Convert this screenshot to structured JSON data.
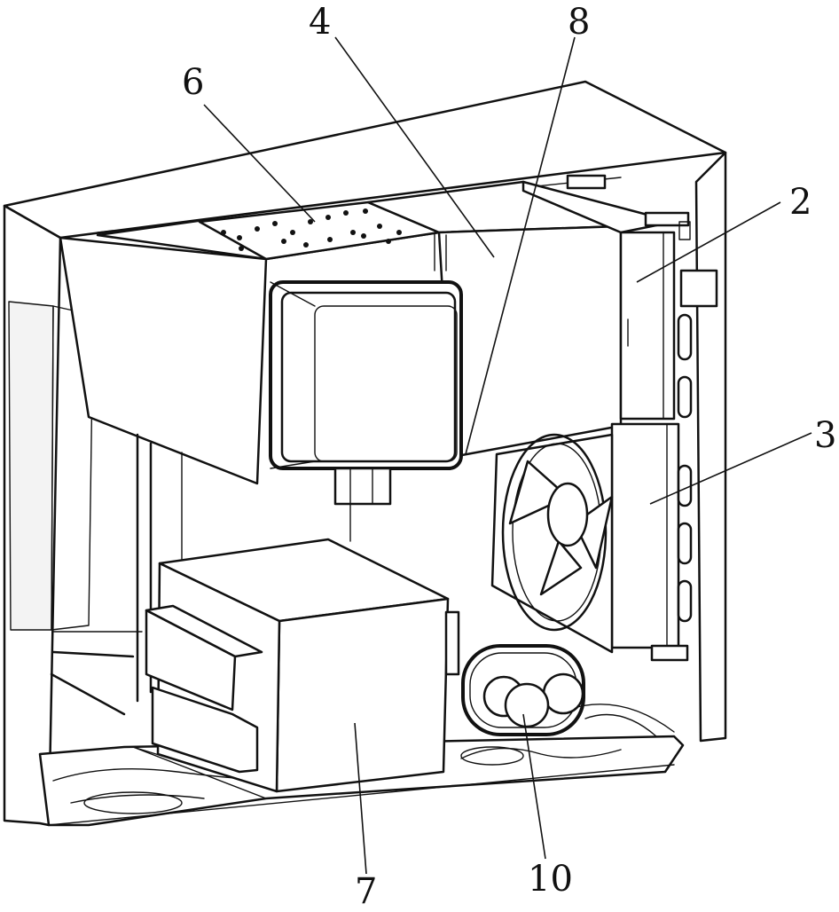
{
  "labels": [
    {
      "id": "2",
      "text": "2"
    },
    {
      "id": "3",
      "text": "3"
    },
    {
      "id": "4",
      "text": "4"
    },
    {
      "id": "6",
      "text": "6"
    },
    {
      "id": "7",
      "text": "7"
    },
    {
      "id": "8",
      "text": "8"
    },
    {
      "id": "10",
      "text": "10"
    }
  ]
}
